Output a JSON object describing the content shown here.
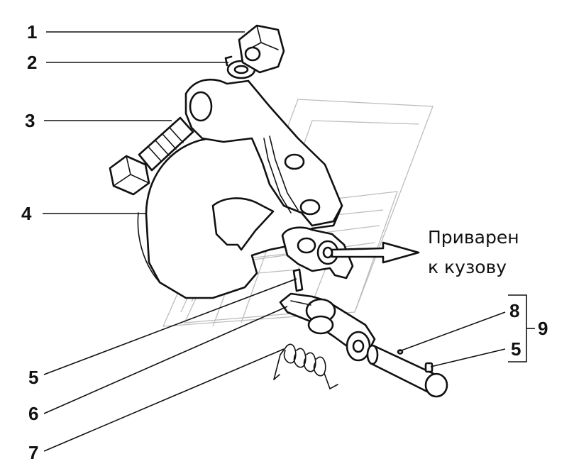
{
  "callouts": [
    {
      "id": "1",
      "label": "1"
    },
    {
      "id": "2",
      "label": "2"
    },
    {
      "id": "3",
      "label": "3"
    },
    {
      "id": "4",
      "label": "4"
    },
    {
      "id": "5a",
      "label": "5"
    },
    {
      "id": "6",
      "label": "6"
    },
    {
      "id": "7",
      "label": "7"
    },
    {
      "id": "8",
      "label": "8"
    },
    {
      "id": "5b",
      "label": "5"
    },
    {
      "id": "9",
      "label": "9"
    }
  ],
  "note": {
    "line1": "Приварен",
    "line2": "к кузову"
  },
  "icons": {
    "watermark": "brand-watermark-icon",
    "arrow": "arrow-right-icon"
  }
}
